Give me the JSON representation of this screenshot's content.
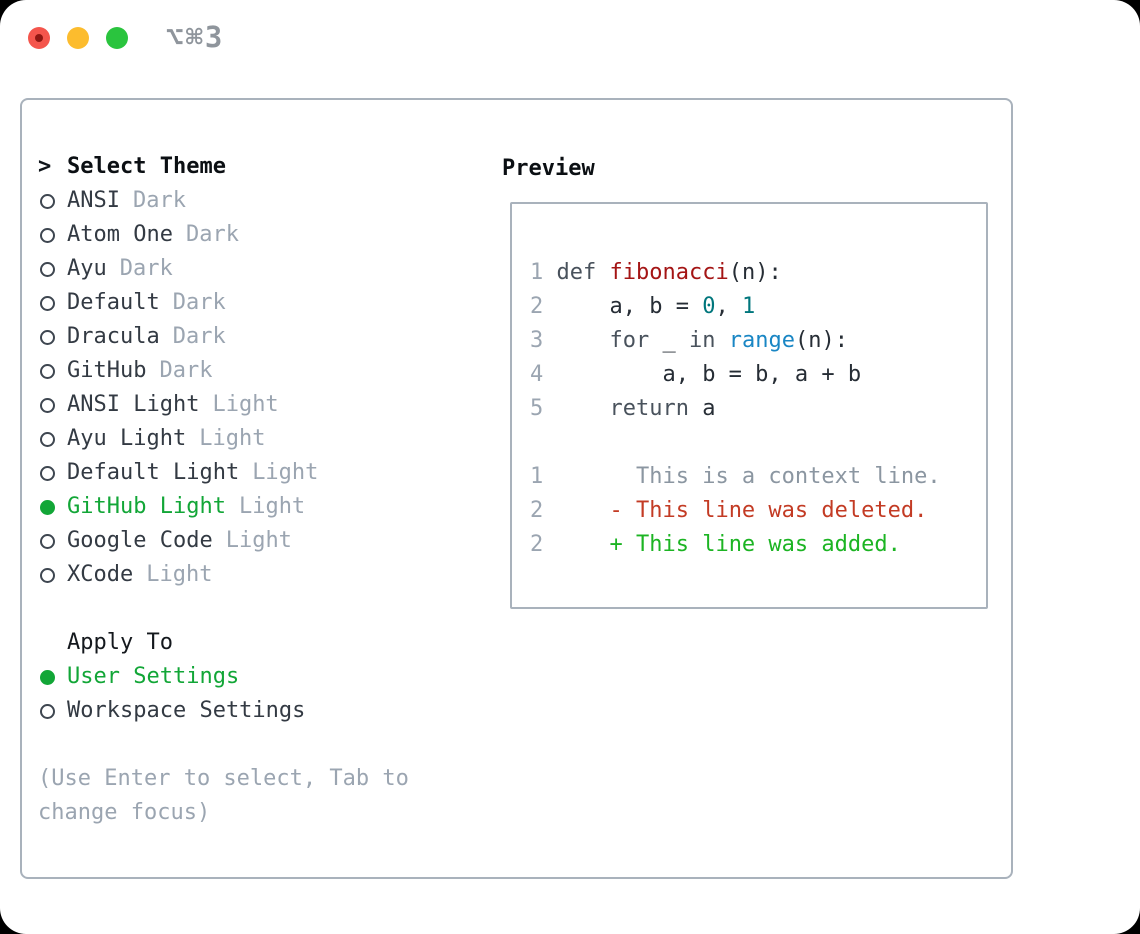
{
  "window": {
    "shortcut": "⌥⌘3",
    "traffic_lights": [
      "close-button",
      "minimize-button",
      "maximize-button"
    ]
  },
  "theme_panel": {
    "header": {
      "marker": ">",
      "label": "Select Theme"
    },
    "themes": [
      {
        "name": "ANSI",
        "tag": "Dark",
        "selected": false
      },
      {
        "name": "Atom One",
        "tag": "Dark",
        "selected": false
      },
      {
        "name": "Ayu",
        "tag": "Dark",
        "selected": false
      },
      {
        "name": "Default",
        "tag": "Dark",
        "selected": false
      },
      {
        "name": "Dracula",
        "tag": "Dark",
        "selected": false
      },
      {
        "name": "GitHub",
        "tag": "Dark",
        "selected": false
      },
      {
        "name": "ANSI Light",
        "tag": "Light",
        "selected": false
      },
      {
        "name": "Ayu Light",
        "tag": "Light",
        "selected": false
      },
      {
        "name": "Default Light",
        "tag": "Light",
        "selected": false
      },
      {
        "name": "GitHub Light",
        "tag": "Light",
        "selected": true
      },
      {
        "name": "Google Code",
        "tag": "Light",
        "selected": false
      },
      {
        "name": "XCode",
        "tag": "Light",
        "selected": false
      }
    ],
    "apply_to": {
      "label": "Apply To",
      "options": [
        {
          "name": "User Settings",
          "selected": true
        },
        {
          "name": "Workspace Settings",
          "selected": false
        }
      ]
    },
    "hint": "(Use Enter to select, Tab to change focus)"
  },
  "preview": {
    "title": "Preview",
    "code_lines": [
      [
        {
          "t": "1 ",
          "c": "lineno"
        },
        {
          "t": "def ",
          "c": "keyword"
        },
        {
          "t": "fibonacci",
          "c": "function"
        },
        {
          "t": "(n):",
          "c": "default"
        }
      ],
      [
        {
          "t": "2 ",
          "c": "lineno"
        },
        {
          "t": "    a, b = ",
          "c": "default"
        },
        {
          "t": "0",
          "c": "number"
        },
        {
          "t": ", ",
          "c": "default"
        },
        {
          "t": "1",
          "c": "number"
        }
      ],
      [
        {
          "t": "3 ",
          "c": "lineno"
        },
        {
          "t": "    ",
          "c": "default"
        },
        {
          "t": "for ",
          "c": "keyword"
        },
        {
          "t": "_ ",
          "c": "default"
        },
        {
          "t": "in ",
          "c": "keyword"
        },
        {
          "t": "range",
          "c": "builtin"
        },
        {
          "t": "(n):",
          "c": "default"
        }
      ],
      [
        {
          "t": "4 ",
          "c": "lineno"
        },
        {
          "t": "        a, b = b, a + b",
          "c": "default"
        }
      ],
      [
        {
          "t": "5 ",
          "c": "lineno"
        },
        {
          "t": "    ",
          "c": "default"
        },
        {
          "t": "return ",
          "c": "keyword"
        },
        {
          "t": "a",
          "c": "default"
        }
      ],
      [],
      [
        {
          "t": "1 ",
          "c": "lineno"
        },
        {
          "t": "      This is a context line.",
          "c": "context"
        }
      ],
      [
        {
          "t": "2 ",
          "c": "lineno"
        },
        {
          "t": "    ",
          "c": "default"
        },
        {
          "t": "- This line was deleted.",
          "c": "deleted"
        }
      ],
      [
        {
          "t": "2 ",
          "c": "lineno"
        },
        {
          "t": "    ",
          "c": "default"
        },
        {
          "t": "+ This line was added.",
          "c": "added"
        }
      ]
    ]
  },
  "colors": {
    "selected_green": "#12a637",
    "added_green": "#1cb423",
    "deleted_red": "#c33b24",
    "function_red": "#a41515",
    "number_teal": "#00767c",
    "builtin_blue": "#1986c4",
    "muted_gray": "#9ba5b1",
    "border_gray": "#a9b2bc",
    "traffic_red": "#f4554c",
    "traffic_yellow": "#fcbc2e",
    "traffic_green": "#2ac43e"
  }
}
